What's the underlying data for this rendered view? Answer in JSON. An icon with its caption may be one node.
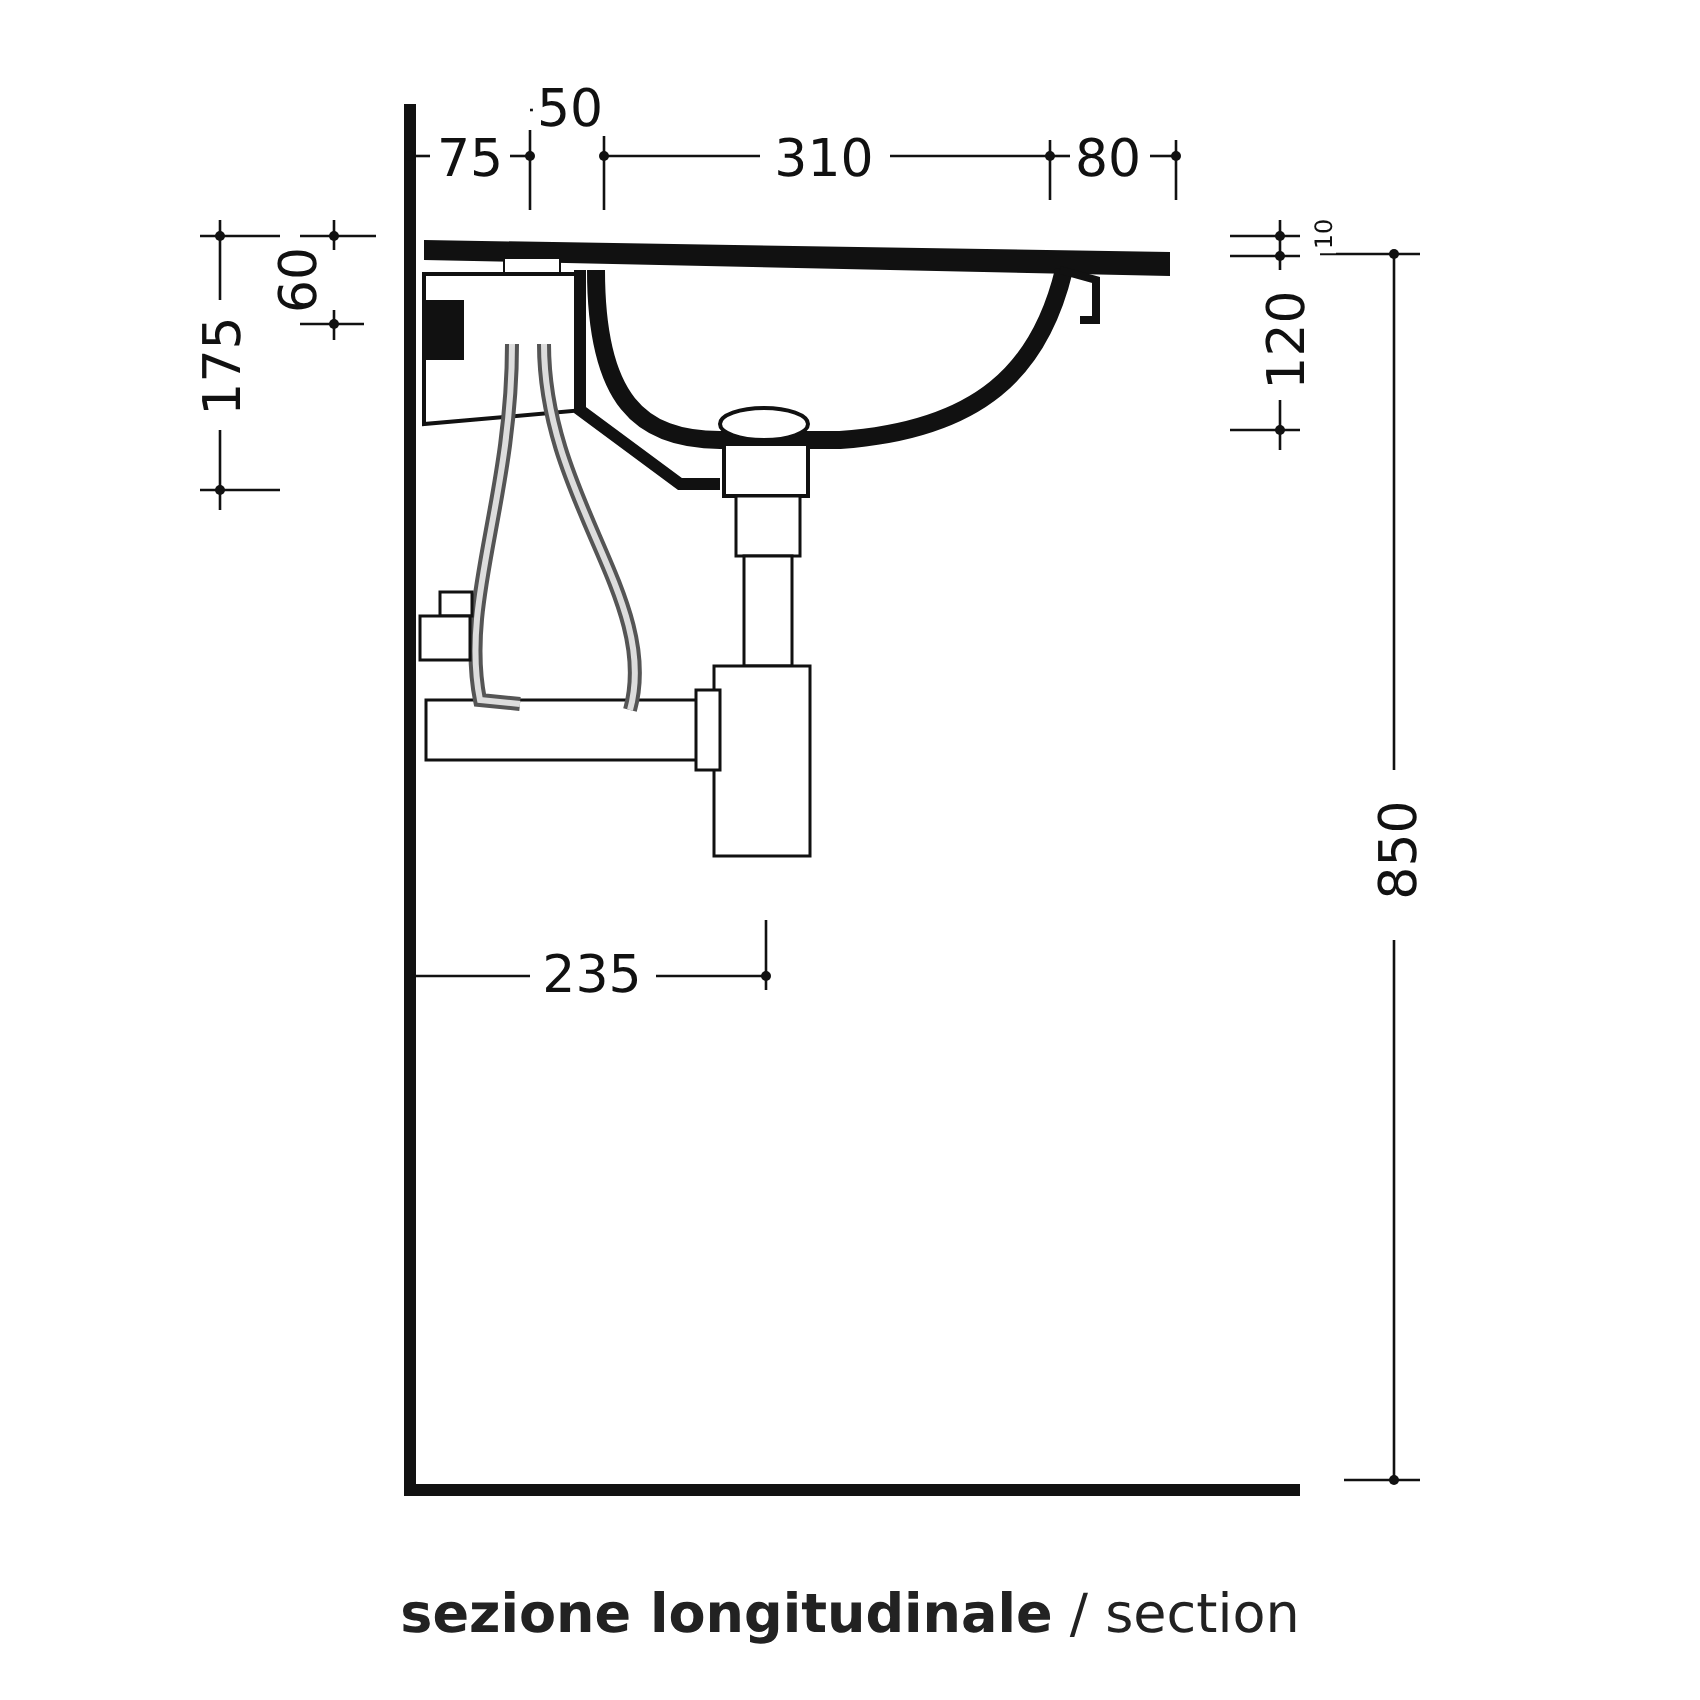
{
  "diagram": {
    "caption": "**sezione longitudinale** / section",
    "labels": [
      "75",
      "50",
      "310",
      "80",
      "175",
      "60",
      "10",
      "120",
      "850",
      "235"
    ]
  }
}
